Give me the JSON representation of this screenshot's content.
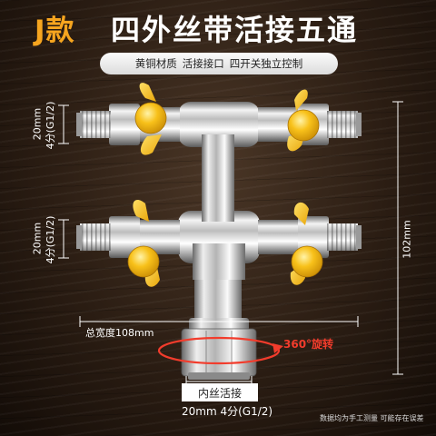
{
  "title": {
    "code": "J款",
    "main": "四外丝带活接五通"
  },
  "features": [
    "黄铜材质",
    "活接接口",
    "四开关独立控制"
  ],
  "dimensions": {
    "top_thread_line1": "20mm",
    "top_thread_line2": "4分(G1/2)",
    "bottom_thread_line1": "20mm",
    "bottom_thread_line2": "4分(G1/2)",
    "total_width": "总宽度108mm",
    "height": "102mm",
    "rotation": "360°旋转",
    "inner_label": "内丝活接",
    "inner_size": "20mm 4分(G1/2)"
  },
  "note": "数据均为手工测量 可能存在误差",
  "colors": {
    "accent": "#f6a51f",
    "handle": "#f8c11a",
    "rotation": "#f23c2c"
  }
}
